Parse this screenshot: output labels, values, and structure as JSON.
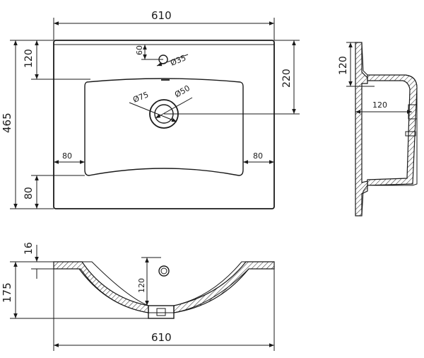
{
  "dimensions": {
    "overall_width_top": "610",
    "overall_width_bottom": "610",
    "overall_depth": "465",
    "back_to_tap": "120",
    "back_to_drain": "220",
    "tap_offset": "60",
    "tap_hole": "Ø35",
    "drain_outer": "Ø75",
    "drain_inner": "Ø50",
    "side_margin_left": "80",
    "side_margin_right": "80",
    "front_margin": "80",
    "rim_thickness": "16",
    "total_height": "175",
    "front_section_tap_height": "120",
    "side_section_height": "120",
    "side_section_depth": "120"
  },
  "colors": {
    "line": "#1a1a1a",
    "hatch": "#1a1a1a",
    "background": "#ffffff"
  }
}
